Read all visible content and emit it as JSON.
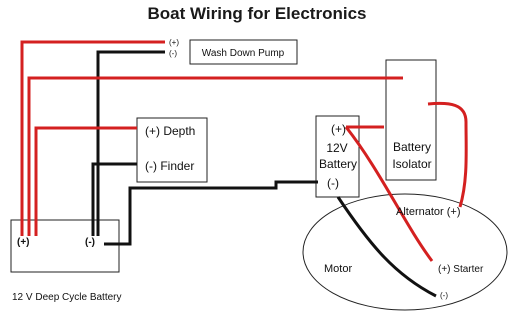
{
  "title": "Boat Wiring for Electronics",
  "colors": {
    "positive_wire": "#d42020",
    "negative_wire": "#111111",
    "box_border": "#222222",
    "background": "#ffffff"
  },
  "components": {
    "deep_cycle_battery": {
      "caption": "12 V Deep Cycle Battery",
      "positive": "(+)",
      "negative": "(-)"
    },
    "wash_down_pump": {
      "label": "Wash Down Pump",
      "positive": "(+)",
      "negative": "(-)"
    },
    "depth_finder": {
      "positive_label": "(+) Depth",
      "negative_label": "(-) Finder"
    },
    "starting_battery": {
      "positive": "(+)",
      "line1": "12V",
      "line2": "Battery",
      "negative": "(-)"
    },
    "battery_isolator": {
      "line1": "Battery",
      "line2": "Isolator"
    },
    "motor": {
      "label": "Motor",
      "alternator": "Alternator (+)",
      "starter": "(+) Starter",
      "negative": "(-)"
    }
  }
}
